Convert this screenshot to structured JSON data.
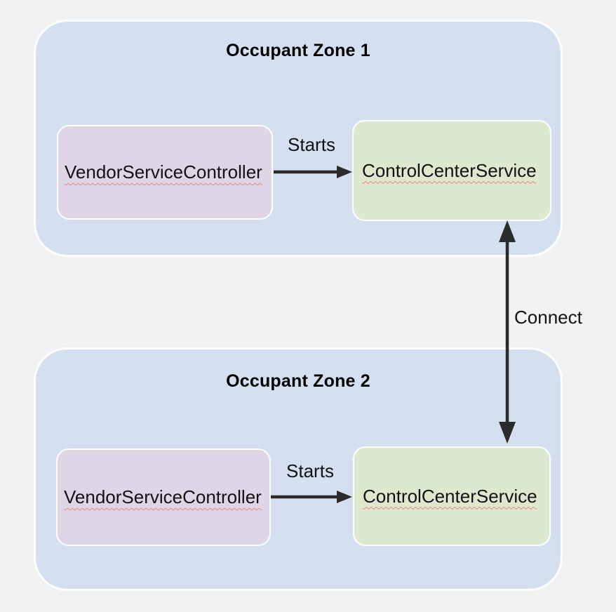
{
  "zones": [
    {
      "title": "Occupant Zone 1",
      "nodes": {
        "vendor": "VendorServiceController",
        "control": "ControlCenterService"
      },
      "starts_label": "Starts"
    },
    {
      "title": "Occupant Zone 2",
      "nodes": {
        "vendor": "VendorServiceController",
        "control": "ControlCenterService"
      },
      "starts_label": "Starts"
    }
  ],
  "connect_label": "Connect",
  "colors": {
    "page_background": "#f1f2f4",
    "zone_fill": "#d4dfef",
    "zone_border": "#ffffff",
    "vendor_node_fill": "#ded5e7",
    "control_node_fill": "#dce9cf",
    "node_border": "#ffffff",
    "arrow": "#2b2b2b",
    "text": "#121212",
    "spellcheck_squiggle": "#e8857b"
  }
}
